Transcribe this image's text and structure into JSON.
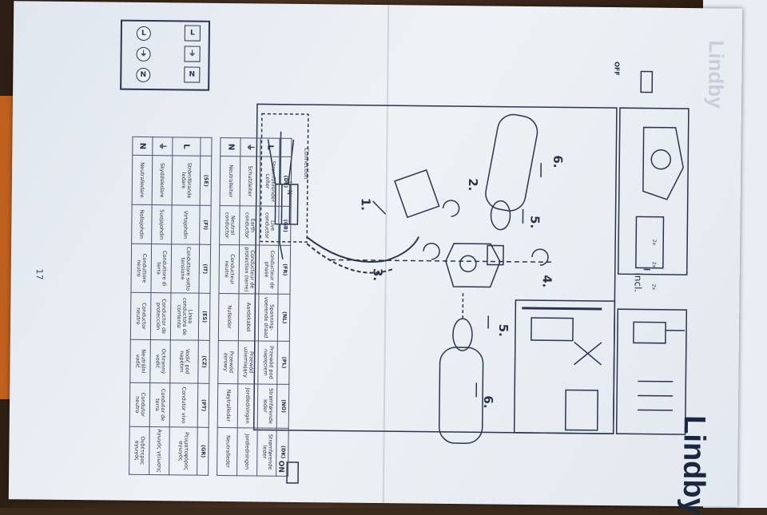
{
  "brand": "Lindby",
  "page_number": "17",
  "switch_labels": {
    "off": "OFF",
    "on": "ON"
  },
  "included_label": "incl.",
  "screw_qty": [
    "2x",
    "2x",
    "2x"
  ],
  "connection_label": "Connection",
  "terminal_letters": "L N",
  "steps": [
    "1.",
    "2.",
    "3.",
    "4.",
    "5.",
    "5.",
    "6.",
    "6."
  ],
  "wiring_terminals": {
    "live": "L",
    "earth": "⏚",
    "neutral": "N"
  },
  "table_top": {
    "headers": [
      "",
      "(DE)",
      "(GB)",
      "(FR)",
      "(NL)",
      "(PL)",
      "(NO)",
      "(DK)"
    ],
    "rows": [
      {
        "sym": "L",
        "cells": [
          "Stromführender Leiter",
          "Live conductor",
          "Conducteur de phase",
          "Spanning-voerende draad",
          "Przewód pod napięciem",
          "Strømførende leder",
          "Strømførende leder"
        ]
      },
      {
        "sym": "⏚",
        "cells": [
          "Schutzleiter",
          "Earth conductor",
          "Conducteur de protection (terre)",
          "Aardekabel",
          "Przewód uziemiający",
          "Jordledningen",
          "Jordledningen"
        ]
      },
      {
        "sym": "N",
        "cells": [
          "Neutralleiter",
          "Neutral conductor",
          "Conducteur neutre",
          "Nulleider",
          "Przewód zerowy",
          "Nøytralleder",
          "Neutralleder"
        ]
      }
    ]
  },
  "table_bottom": {
    "headers": [
      "",
      "(SE)",
      "(FI)",
      "(IT)",
      "(ES)",
      "(CZ)",
      "(PT)",
      "(GR)"
    ],
    "rows": [
      {
        "sym": "L",
        "cells": [
          "Strömförande ledare",
          "Virtajohdin",
          "Conduttore sotto tensione",
          "Línea conductora de corriente",
          "Vodič pod napětím",
          "Condutor vivo",
          "Ρευματοφόρος αγωγός"
        ]
      },
      {
        "sym": "⏚",
        "cells": [
          "Skyddsledare",
          "Suojajohdin",
          "Conduttore di terra",
          "Conductor de protección",
          "Ochranný vodič",
          "Condutor de terra",
          "Αγωγός γείωσης"
        ]
      },
      {
        "sym": "N",
        "cells": [
          "Neutralledare",
          "Nollajohdin",
          "Conduttore neutro",
          "Conductor neutro",
          "Neutrální vodič",
          "Condutor neutro",
          "Ουδέτερος αγωγός"
        ]
      }
    ]
  }
}
